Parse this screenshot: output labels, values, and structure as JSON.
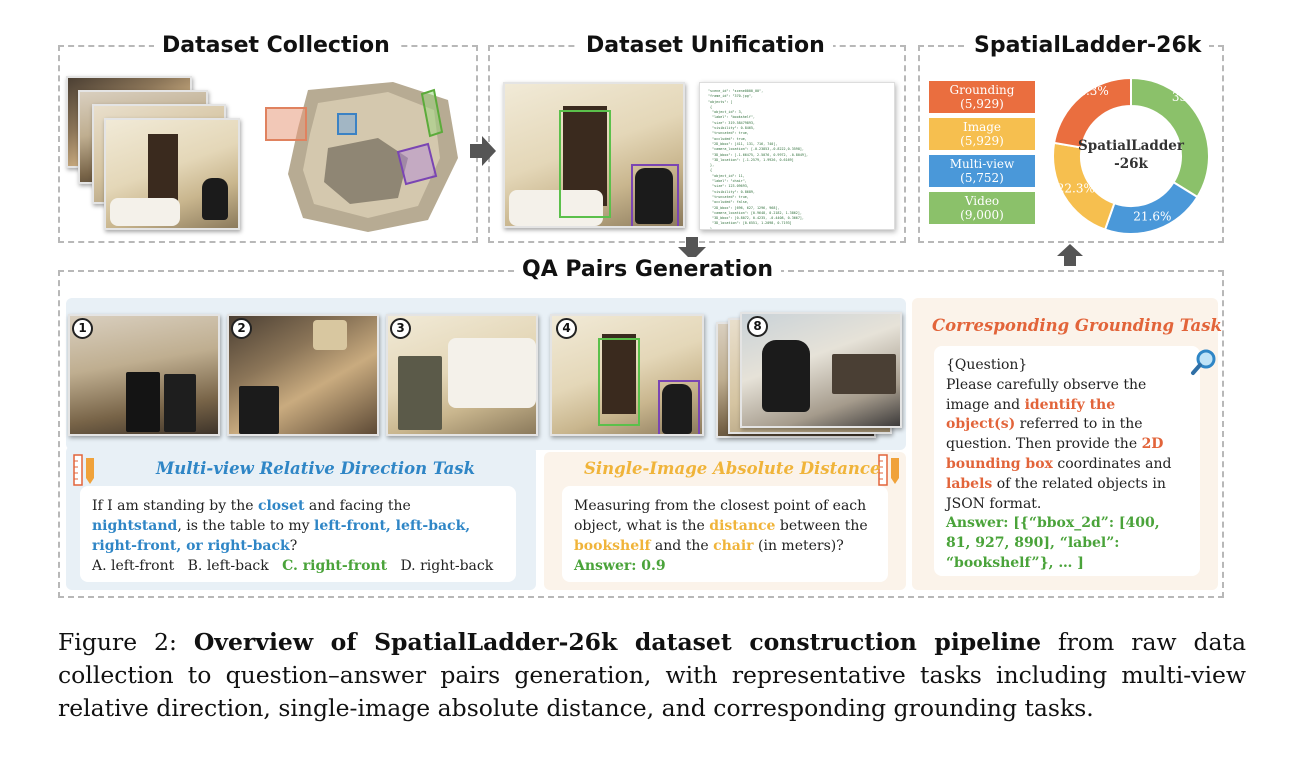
{
  "sections": {
    "collection": "Dataset Collection",
    "unification": "Dataset Unification",
    "spatialladder": "SpatialLadder-26k",
    "qa": "QA Pairs Generation"
  },
  "donut": {
    "center_line1": "SpatialLadder",
    "center_line2": "-26k",
    "slices": [
      {
        "label": "33.8%",
        "value": 33.8,
        "color": "#8bc16a"
      },
      {
        "label": "21.6%",
        "value": 21.6,
        "color": "#4a98d9"
      },
      {
        "label": "22.3%",
        "value": 22.3,
        "color": "#f6bf4f"
      },
      {
        "label": "22.3%",
        "value": 22.3,
        "color": "#ea6e3f"
      }
    ]
  },
  "legend": [
    {
      "name": "Grounding",
      "count": "(5,929)",
      "color": "#ea6e3f"
    },
    {
      "name": "Image",
      "count": "(5,929)",
      "color": "#f6bf4f"
    },
    {
      "name": "Multi-view",
      "count": "(5,752)",
      "color": "#4a98d9"
    },
    {
      "name": "Video",
      "count": "(9,000)",
      "color": "#8bc16a"
    }
  ],
  "badges": [
    "1",
    "2",
    "3",
    "4",
    "8"
  ],
  "multiview": {
    "title": "Multi-view Relative Direction Task",
    "q_pre": "If I am standing by the ",
    "q_closet": "closet",
    "q_mid": " and facing the ",
    "q_nightstand": "nightstand",
    "q_mid2": ", is the table to my ",
    "q_options": "left-front, left-back, right-front, or right-back",
    "q_end": "?",
    "opt_a": "A. left-front",
    "opt_b": "B. left-back",
    "opt_c": "C. right-front",
    "opt_d": "D. right-back"
  },
  "single": {
    "title": "Single-Image Absolute Distance",
    "q_pre": "Measuring from the closest point of each object, what is the ",
    "q_distance": "distance",
    "q_mid": " between the ",
    "q_bookshelf": "bookshelf",
    "q_mid2": " and the ",
    "q_chair": "chair",
    "q_end": " (in meters)?",
    "answer": "Answer: 0.9"
  },
  "grounding": {
    "title": "Corresponding Grounding Task",
    "question": "{Question}",
    "p1": "Please carefully observe the image and ",
    "identify": "identify the object(s)",
    "p2": " referred to in the question. Then provide the ",
    "bbox": "2D bounding box",
    "p3": " coordinates and ",
    "labels": "labels",
    "p4": " of the related objects in JSON format.",
    "answer": "Answer: [{“bbox_2d”: [400, 81, 927, 890], “label”: “bookshelf”}, … ]"
  },
  "caption": {
    "prefix": "Figure 2: ",
    "bold": "Overview of SpatialLadder-26k dataset construction pipeline",
    "rest": " from raw data collection to question–answer pairs generation, with representative tasks including multi-view relative direction, single-image absolute distance, and corresponding grounding tasks."
  },
  "colors": {
    "blue": "#2f86c6",
    "green": "#4aa33a",
    "yellow": "#f0b43a",
    "orange": "#e2643a"
  }
}
